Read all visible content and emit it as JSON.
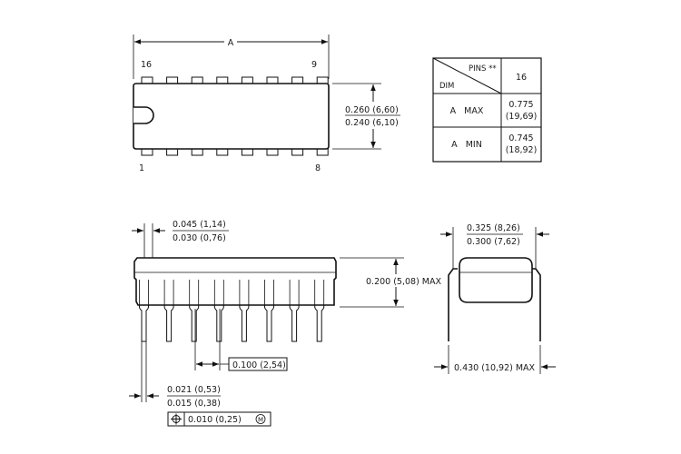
{
  "top_view": {
    "dim_a": "A",
    "pin_16": "16",
    "pin_9": "9",
    "pin_1": "1",
    "pin_8": "8",
    "width_max": "0.260 (6,60)",
    "width_min": "0.240 (6,10)"
  },
  "table": {
    "header_pins": "PINS **",
    "header_dim": "DIM",
    "header_value": "16",
    "rows": [
      {
        "label": "A   MAX",
        "value_in": "0.775",
        "value_mm": "(19,69)"
      },
      {
        "label": "A   MIN",
        "value_in": "0.745",
        "value_mm": "(18,92)"
      }
    ]
  },
  "side_view": {
    "lead_top_max": "0.045 (1,14)",
    "lead_top_min": "0.030 (0,76)",
    "height_max": "0.200 (5,08) MAX",
    "pitch": "0.100 (2,54)",
    "lead_width_max": "0.021 (0,53)",
    "lead_width_min": "0.015 (0,38)",
    "tolerance_value": "0.010 (0,25)",
    "tolerance_modifier": "M"
  },
  "end_view": {
    "width_max": "0.325 (8,26)",
    "width_min": "0.300 (7,62)",
    "span_max": "0.430 (10,92) MAX"
  }
}
